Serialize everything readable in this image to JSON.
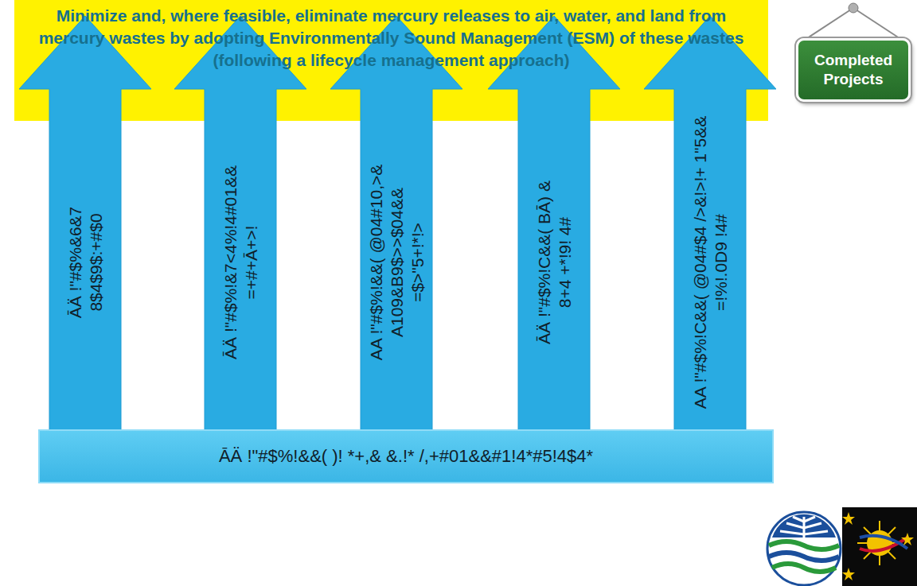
{
  "diagram": {
    "nodes": [
      {
        "text": [
          "Minimize and, where feasible, eliminate mercury releases to air, water, and land from mercury wastes by adopting Environmentally Sound Management (ESM) of these wastes (following a lifecycle management approach)"
        ]
      },
      {
        "text": [
          "Completed Projects"
        ]
      },
      {
        "text": [
          "ĀÄ !\"#$%&6&7",
          "8$4$9$:+#$0"
        ]
      },
      {
        "text": [
          "ĀÄ !\"#$%!&7<4%!4#01&&",
          "=+#+Ā+>!"
        ]
      },
      {
        "text": [
          "AA !\"#$%!&&( @04#10,>&",
          "A109&B9$>>$04&&",
          "=$>\"5+!*!>"
        ]
      },
      {
        "text": [
          "ĀÄ !\"#$%!C&&( BĀ) &",
          "8+4 +*!9! 4#"
        ]
      },
      {
        "text": [
          "AA !\"#$%!C&&( @04#$4 />&!>!+ 1\"5&&",
          "=!%!.0D9 !4#"
        ]
      },
      {
        "text": [
          "ĀÄ !\"#$%!&&( )! *+,& &.!* /,+#01&&#1!4*#5!4$4*"
        ]
      }
    ]
  }
}
